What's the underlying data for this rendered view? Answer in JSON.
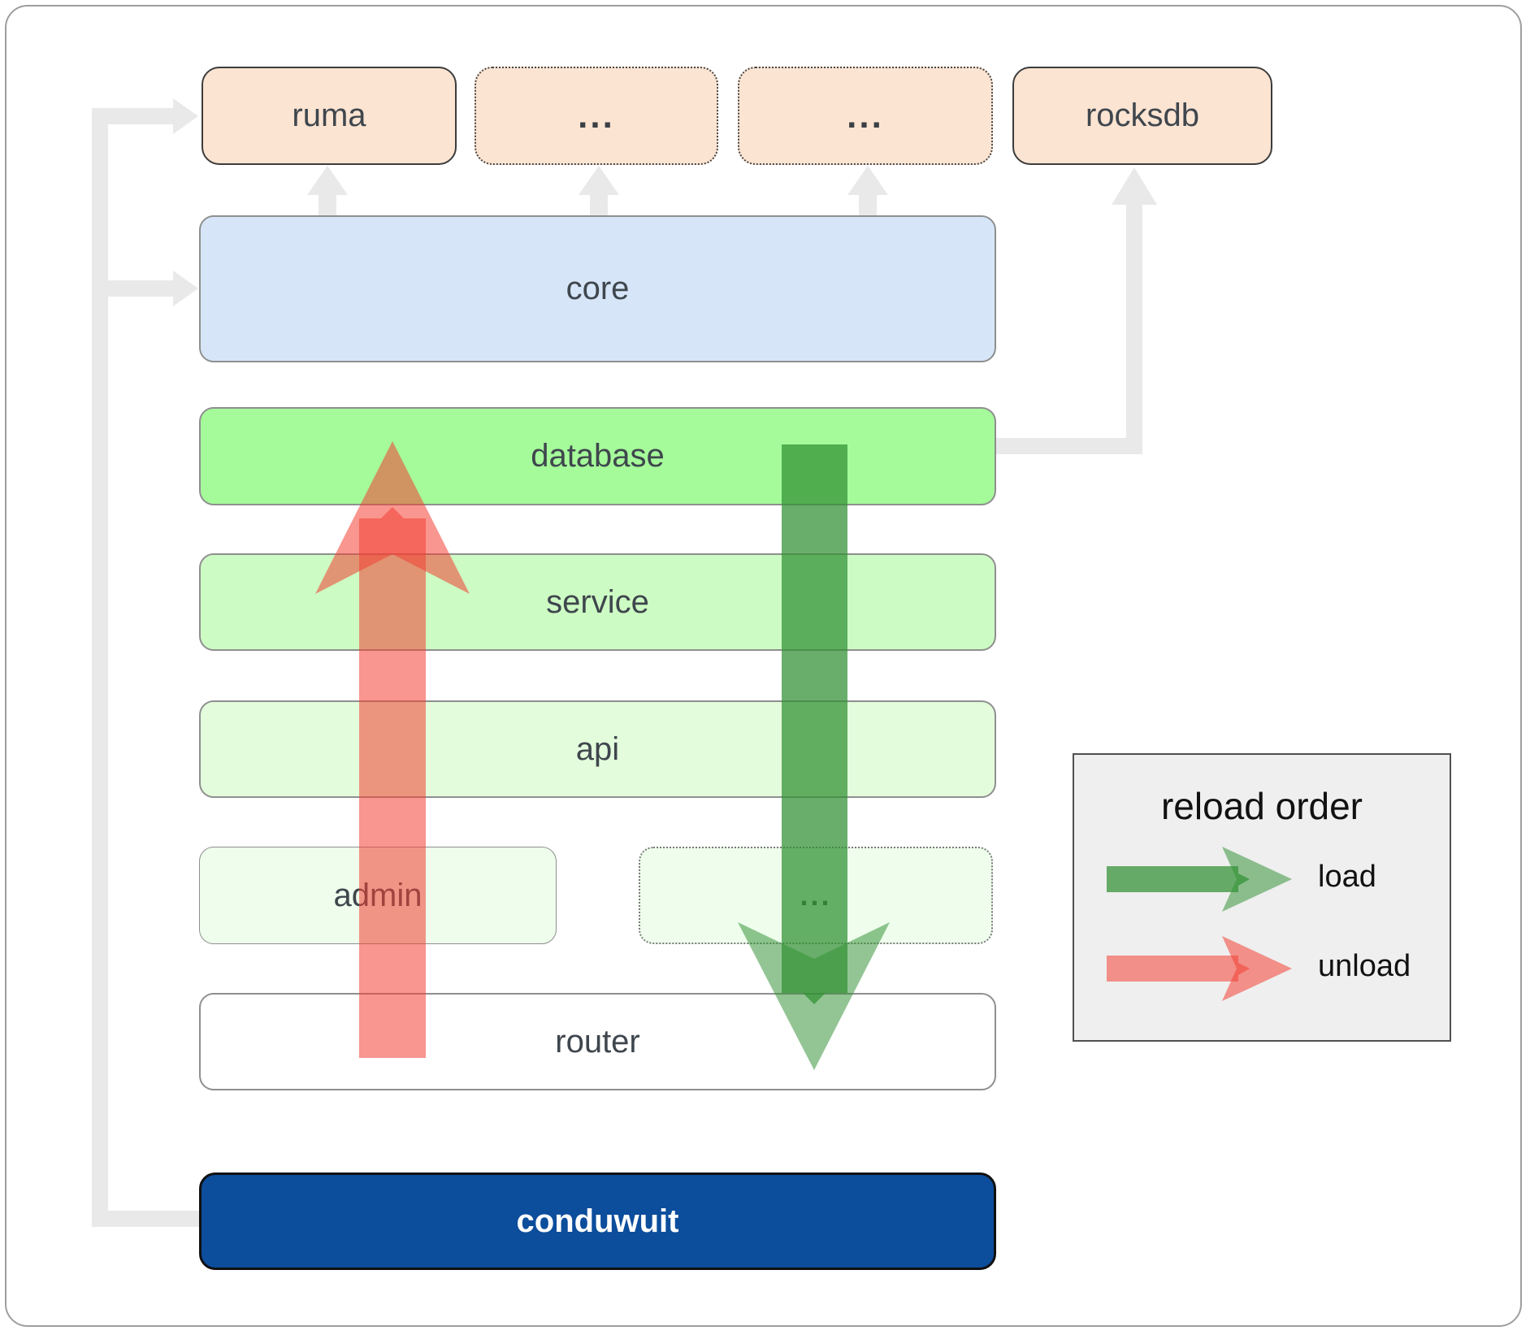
{
  "diagram": {
    "title": "conduwuit crate architecture with reload order",
    "nodes": {
      "ruma": {
        "label": "ruma"
      },
      "ellipsis_top_1": {
        "label": "..."
      },
      "ellipsis_top_2": {
        "label": "..."
      },
      "rocksdb": {
        "label": "rocksdb"
      },
      "core": {
        "label": "core"
      },
      "database": {
        "label": "database"
      },
      "service": {
        "label": "service"
      },
      "api": {
        "label": "api"
      },
      "admin": {
        "label": "admin"
      },
      "ellipsis_mid": {
        "label": "..."
      },
      "router": {
        "label": "router"
      },
      "conduwuit": {
        "label": "conduwuit"
      }
    },
    "legend": {
      "title": "reload order",
      "load_label": "load",
      "unload_label": "unload"
    },
    "colors": {
      "peach": "#fce4d2",
      "core_blue": "#d6e6f8",
      "database_green": "#a5fa9a",
      "service_green": "#cdfbc4",
      "api_green": "#e3fcdc",
      "faint_green": "#eefdec",
      "router_white": "#ffffff",
      "conduwuit_blue": "#0c4d9c",
      "connector_gray": "#e9e9e9",
      "legend_bg": "#efefef",
      "load_green": "#2f9032",
      "unload_red": "#f23f33",
      "box_text": "#3f464d"
    }
  }
}
